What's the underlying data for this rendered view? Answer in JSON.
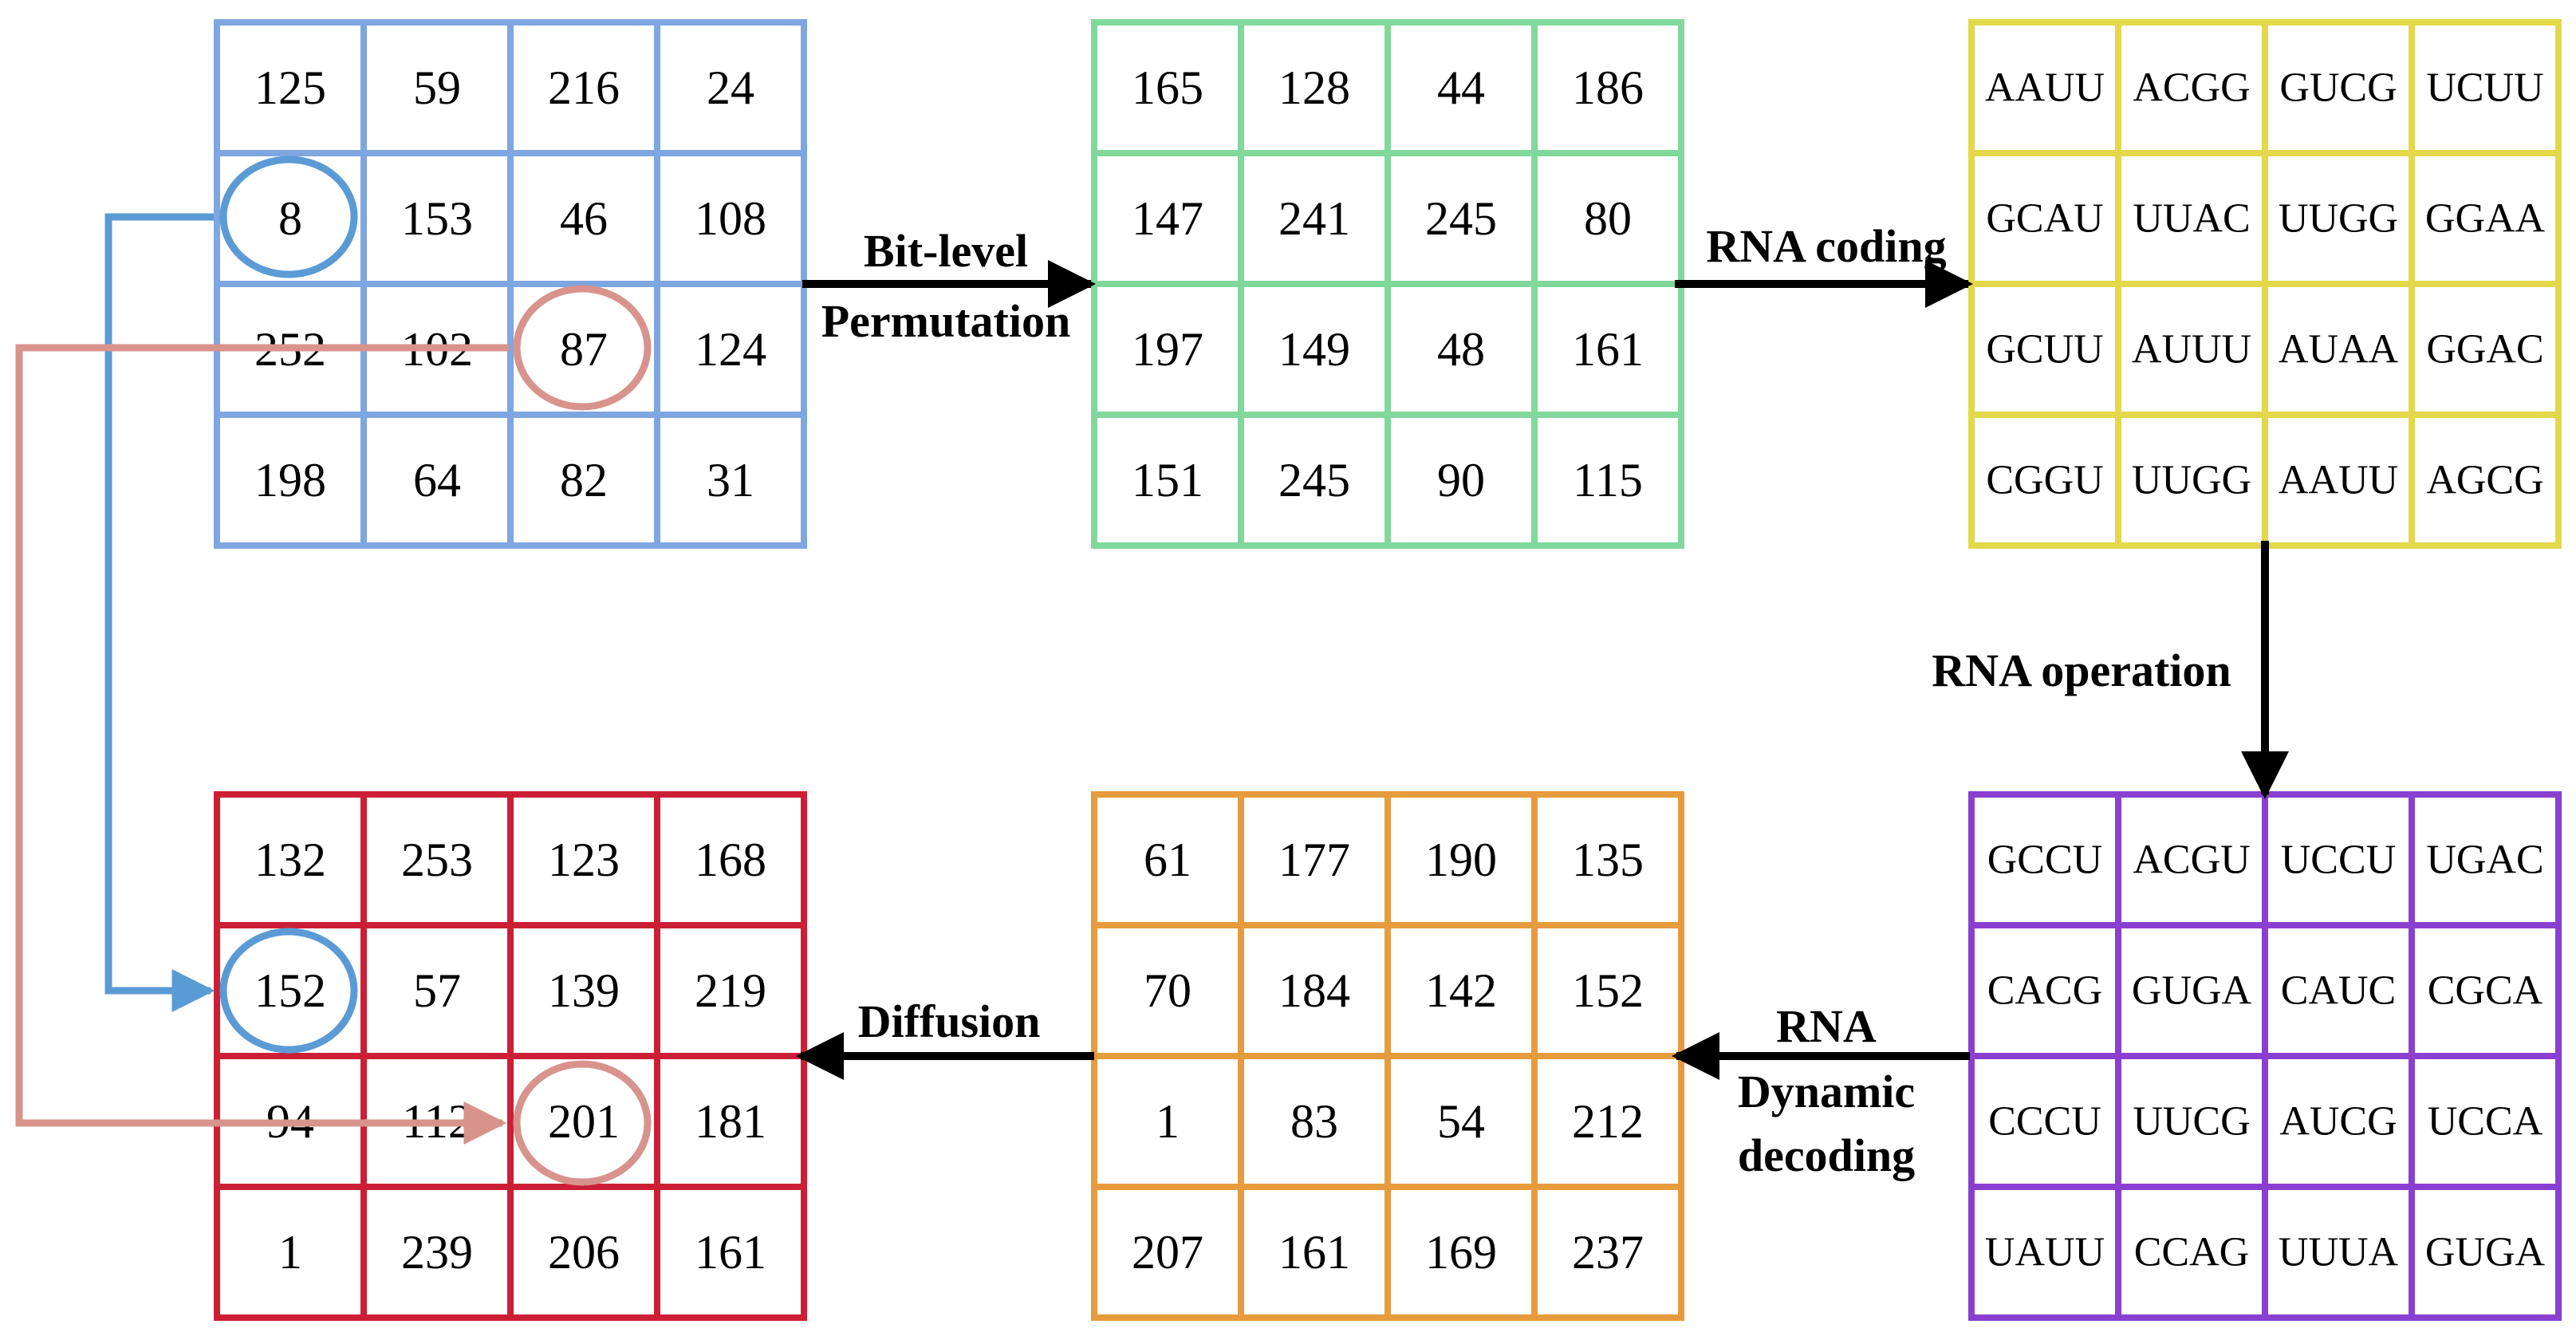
{
  "colors": {
    "plain": "#7ea6e0",
    "permuted": "#80d89a",
    "rna_coded": "#e3d84a",
    "rna_operated": "#8a3fd0",
    "decoded": "#e69b3c",
    "cipher": "#cc1f35",
    "blue_trace": "#5b9bd5",
    "pink_trace": "#d8938d",
    "arrow": "#000000"
  },
  "matrices": {
    "plain": [
      [
        "125",
        "59",
        "216",
        "24"
      ],
      [
        "8",
        "153",
        "46",
        "108"
      ],
      [
        "252",
        "102",
        "87",
        "124"
      ],
      [
        "198",
        "64",
        "82",
        "31"
      ]
    ],
    "permuted": [
      [
        "165",
        "128",
        "44",
        "186"
      ],
      [
        "147",
        "241",
        "245",
        "80"
      ],
      [
        "197",
        "149",
        "48",
        "161"
      ],
      [
        "151",
        "245",
        "90",
        "115"
      ]
    ],
    "rna_coded": [
      [
        "AAUU",
        "ACGG",
        "GUCG",
        "UCUU"
      ],
      [
        "GCAU",
        "UUAC",
        "UUGG",
        "GGAA"
      ],
      [
        "GCUU",
        "AUUU",
        "AUAA",
        "GGAC"
      ],
      [
        "CGGU",
        "UUGG",
        "AAUU",
        "AGCG"
      ]
    ],
    "rna_operated": [
      [
        "GCCU",
        "ACGU",
        "UCCU",
        "UGAC"
      ],
      [
        "CACG",
        "GUGA",
        "CAUC",
        "CGCA"
      ],
      [
        "CCCU",
        "UUCG",
        "AUCG",
        "UCCA"
      ],
      [
        "UAUU",
        "CCAG",
        "UUUA",
        "GUGA"
      ]
    ],
    "decoded": [
      [
        "61",
        "177",
        "190",
        "135"
      ],
      [
        "70",
        "184",
        "142",
        "152"
      ],
      [
        "1",
        "83",
        "54",
        "212"
      ],
      [
        "207",
        "161",
        "169",
        "237"
      ]
    ],
    "cipher": [
      [
        "132",
        "253",
        "123",
        "168"
      ],
      [
        "152",
        "57",
        "139",
        "219"
      ],
      [
        "94",
        "112",
        "201",
        "181"
      ],
      [
        "1",
        "239",
        "206",
        "161"
      ]
    ]
  },
  "labels": {
    "bit_level": "Bit-level",
    "permutation": "Permutation",
    "rna_coding": "RNA coding",
    "rna_operation": "RNA operation",
    "rna": "RNA",
    "dynamic": "Dynamic",
    "decoding": "decoding",
    "diffusion": "Diffusion"
  }
}
